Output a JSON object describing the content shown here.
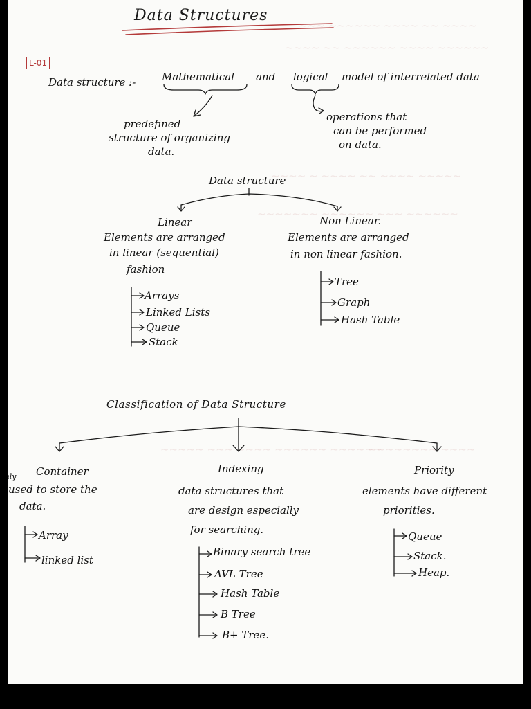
{
  "title": "Data Structures",
  "lecture_tag": "L-01",
  "definition": {
    "lead": "Data structure :-",
    "math": "Mathematical",
    "and": "and",
    "logical": "logical",
    "rest": "model of interrelated data",
    "left_note": [
      "predefined",
      "structure of organizing",
      "data."
    ],
    "right_note": [
      "operations that",
      "can be performed",
      "on data."
    ]
  },
  "tree1": {
    "root": "Data structure",
    "linear": {
      "title": "Linear",
      "desc": [
        "Elements are arranged",
        "in linear (sequential)",
        "fashion"
      ],
      "items": [
        "Arrays",
        "Linked Lists",
        "Queue",
        "Stack"
      ]
    },
    "nonlinear": {
      "title": "Non Linear.",
      "desc": [
        "Elements are arranged",
        "in non linear fashion."
      ],
      "items": [
        "Tree",
        "Graph",
        "Hash Table"
      ]
    }
  },
  "tree2": {
    "root": "Classification of Data Structure",
    "container": {
      "title": "Container",
      "edge_fragment": "only",
      "desc": [
        "used to store the",
        "data."
      ],
      "items": [
        "Array",
        "linked list"
      ]
    },
    "indexing": {
      "title": "Indexing",
      "desc": [
        "data structures that",
        "are design especially",
        "for searching."
      ],
      "items": [
        "Binary search tree",
        "AVL Tree",
        "Hash Table",
        "B Tree",
        "B+ Tree."
      ]
    },
    "priority": {
      "title": "Priority",
      "desc": [
        "elements have different",
        "priorities."
      ],
      "items": [
        "Queue",
        "Stack.",
        "Heap."
      ]
    }
  },
  "colors": {
    "ink": "#111111",
    "red_ink": "#b43a3a",
    "paper": "#fbfbf9",
    "background": "#000000"
  }
}
